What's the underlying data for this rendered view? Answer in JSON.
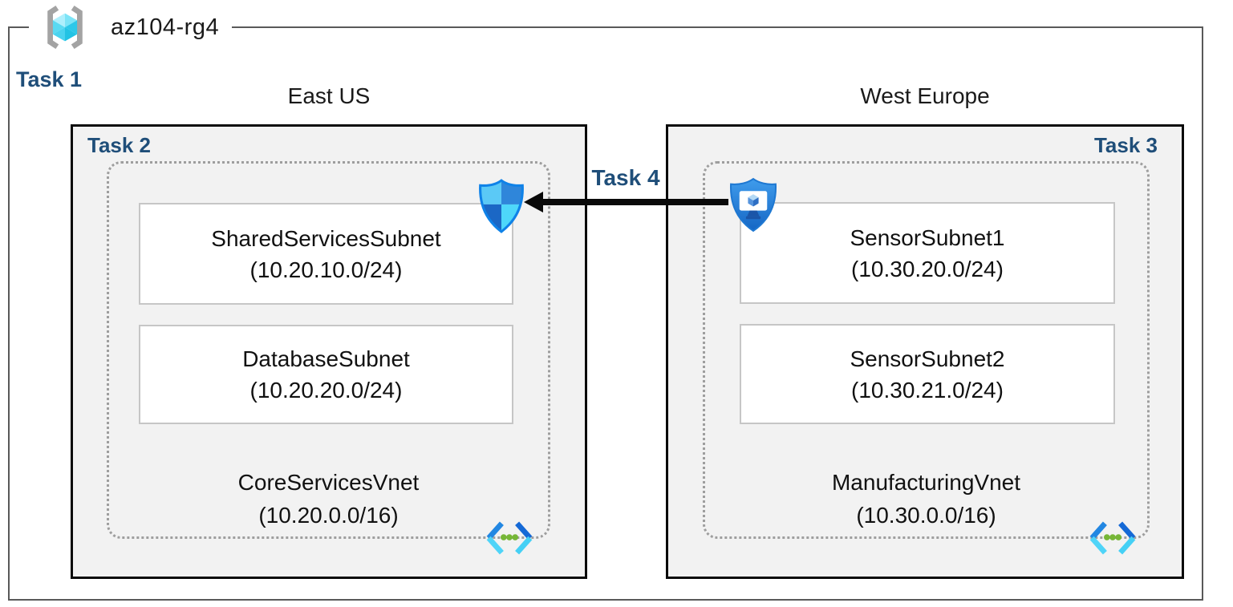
{
  "resource_group": {
    "name": "az104-rg4"
  },
  "labels": {
    "task1": "Task 1",
    "task4": "Task 4"
  },
  "regions": [
    {
      "name": "East US",
      "task": "Task 2",
      "vnet_name": "CoreServicesVnet",
      "vnet_cidr": "(10.20.0.0/16)",
      "subnets": [
        {
          "name": "SharedServicesSubnet",
          "cidr": "(10.20.10.0/24)"
        },
        {
          "name": "DatabaseSubnet",
          "cidr": "(10.20.20.0/24)"
        }
      ]
    },
    {
      "name": "West Europe",
      "task": "Task 3",
      "vnet_name": "ManufacturingVnet",
      "vnet_cidr": "(10.30.0.0/16)",
      "subnets": [
        {
          "name": "SensorSubnet1",
          "cidr": "(10.30.20.0/24)"
        },
        {
          "name": "SensorSubnet2",
          "cidr": "(10.30.21.0/24)"
        }
      ]
    }
  ],
  "icons": {
    "resource_group": "resource-group-icon",
    "network_security_shield": "shield-icon",
    "bastion": "bastion-shield-monitor-icon",
    "virtual_network": "virtual-network-icon"
  },
  "colors": {
    "task_label": "#1f4e79",
    "region_box_fill": "#f2f2f2",
    "region_box_border": "#0a0a0a",
    "outer_border": "#595959",
    "dotted_border": "#9e9e9e",
    "subnet_border": "#c6c6c6",
    "arrow": "#0a0a0a",
    "vnet_dot_green": "#76b637",
    "shield_blue": "#2f86da",
    "cyan": "#4ed7fa"
  }
}
